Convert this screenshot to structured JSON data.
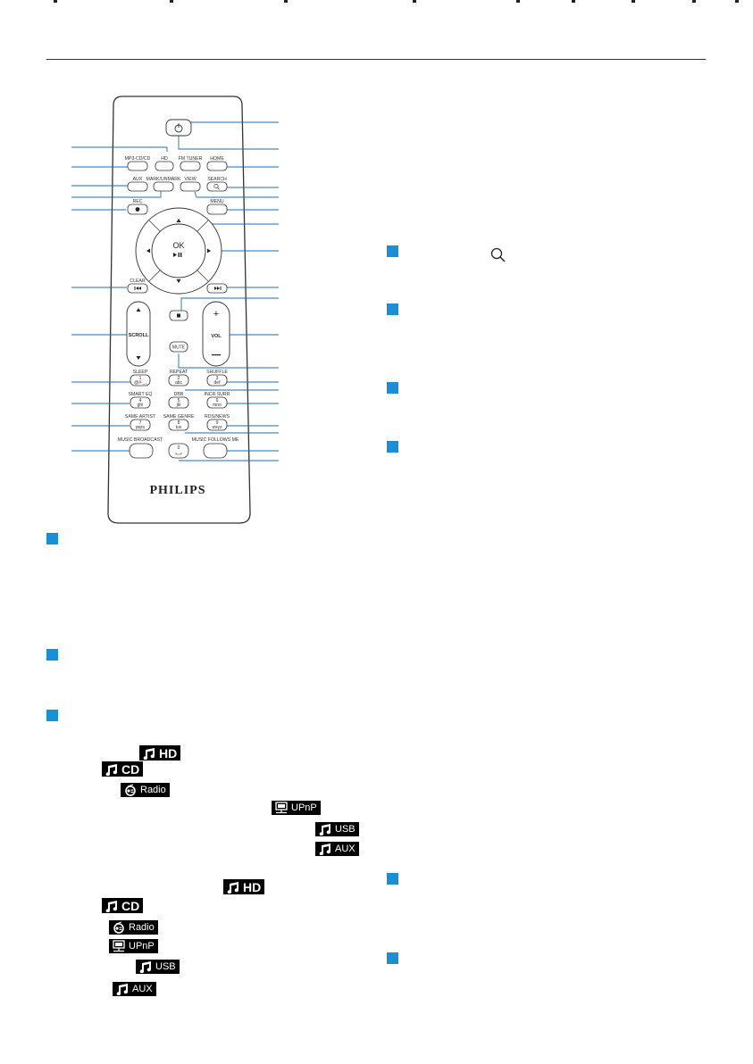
{
  "remote": {
    "labels": {
      "hd": "HD",
      "mp3cd": "MP3-CD/CD",
      "fmtuner": "FM TUNER",
      "home": "HOME",
      "aux": "AUX",
      "mark": "MARK/UNMARK",
      "view": "VIEW",
      "search": "SEARCH",
      "rec": "REC",
      "menu": "MENU",
      "ok": "OK",
      "clear": "CLEAR",
      "scroll": "SCROLL",
      "vol": "VOL",
      "mute": "MUTE",
      "sleep": "SLEEP",
      "repeat": "REPEAT",
      "shuffle": "SHUFFLE",
      "smarteq": "SMART EQ",
      "dbb": "DBB",
      "incrsurr": "INCR.SURR",
      "sameartist": "SAME ARTIST",
      "samegenre": "SAME GENRE",
      "rdsnews": "RDS/NEWS",
      "musicbroadcast": "MUSIC BROADCAST",
      "musicfollows": "MUSIC FOLLOWS ME",
      "brand": "PHILIPS"
    },
    "keys": {
      "k1": "1",
      "k1s": "@#-_,",
      "k2": "2",
      "k2s": "abc",
      "k3": "3",
      "k3s": "def",
      "k4": "4",
      "k4s": "ghi",
      "k5": "5",
      "k5s": "jkl",
      "k6": "6",
      "k6s": "mno",
      "k7": "7",
      "k7s": "pqrs",
      "k8": "8",
      "k8s": "tuv",
      "k9": "9",
      "k9s": "wxyz",
      "k0": "0"
    },
    "colors": {
      "body_stroke": "#333333",
      "callout": "#1b6fb0"
    }
  },
  "badges": {
    "hd": "HD",
    "cd": "CD",
    "radio": "Radio",
    "upnp": "UPnP",
    "usb": "USB",
    "aux": "AUX"
  },
  "icons": [
    "note-icon",
    "radio-icon",
    "network-icon",
    "search-icon"
  ],
  "accent_color": "#1b8fd6"
}
